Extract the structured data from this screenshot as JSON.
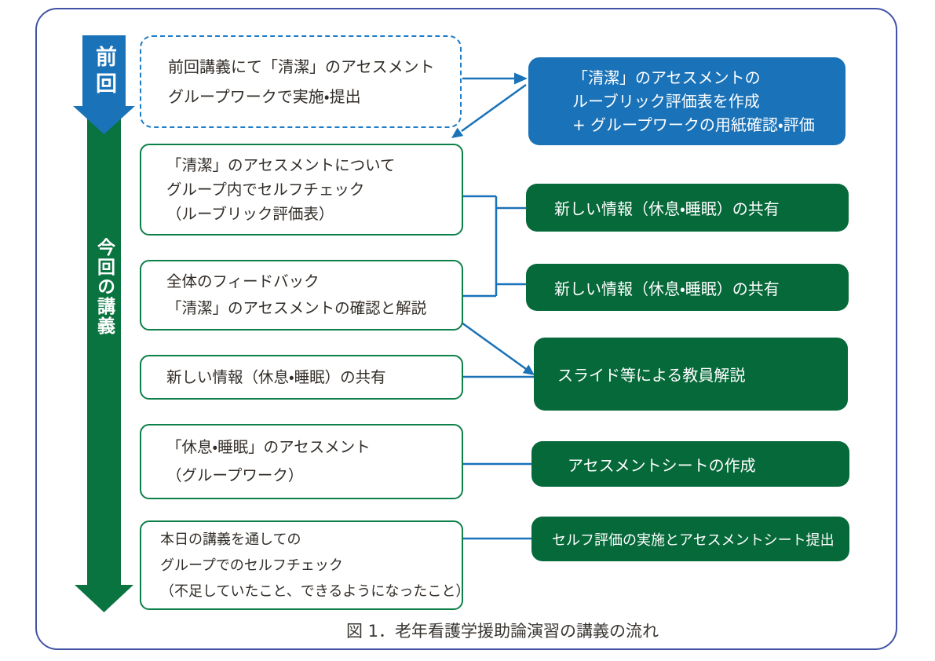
{
  "caption": "図 1．老年看護学援助論演習の講義の流れ",
  "colors": {
    "blue": "#1a72b8",
    "dashed_blue": "#1e7dc8",
    "green_fill": "#06693a",
    "green_border": "#0c8048",
    "green_arrow": "#0a7440",
    "frame_navy": "#4253a5",
    "text_dark": "#322d28"
  },
  "timeline": {
    "previous_label": "前回",
    "current_label": "今回の講義"
  },
  "previous_box": {
    "lines": [
      "前回講義にて「清潔」のアセスメント",
      "グループワークで実施・提出"
    ]
  },
  "teacher_box": {
    "lines": [
      "「清潔」のアセスメントの",
      "ルーブリック評価表を作成",
      "+ グループワークの用紙確認・評価"
    ]
  },
  "left_boxes": [
    {
      "lines": [
        "「清潔」のアセスメントについて",
        "グループ内でセルフチェック",
        "（ルーブリック評価表）"
      ]
    },
    {
      "lines": [
        "全体のフィードバック",
        "「清潔」のアセスメントの確認と解説"
      ]
    },
    {
      "lines": [
        "新しい情報（休息・睡眠）の共有"
      ]
    },
    {
      "lines": [
        "「休息・睡眠」のアセスメント",
        "（グループワーク）"
      ]
    },
    {
      "lines": [
        "本日の講義を通しての",
        "グループでのセルフチェック",
        "（不足していたこと、できるようになったこと）"
      ]
    }
  ],
  "right_boxes": [
    {
      "label": "新しい情報（休息・睡眠）の共有"
    },
    {
      "label": "新しい情報（休息・睡眠）の共有"
    },
    {
      "label": "スライド等による教員解説"
    },
    {
      "label": "アセスメントシートの作成"
    },
    {
      "label": "セルフ評価の実施とアセスメントシート提出"
    }
  ]
}
